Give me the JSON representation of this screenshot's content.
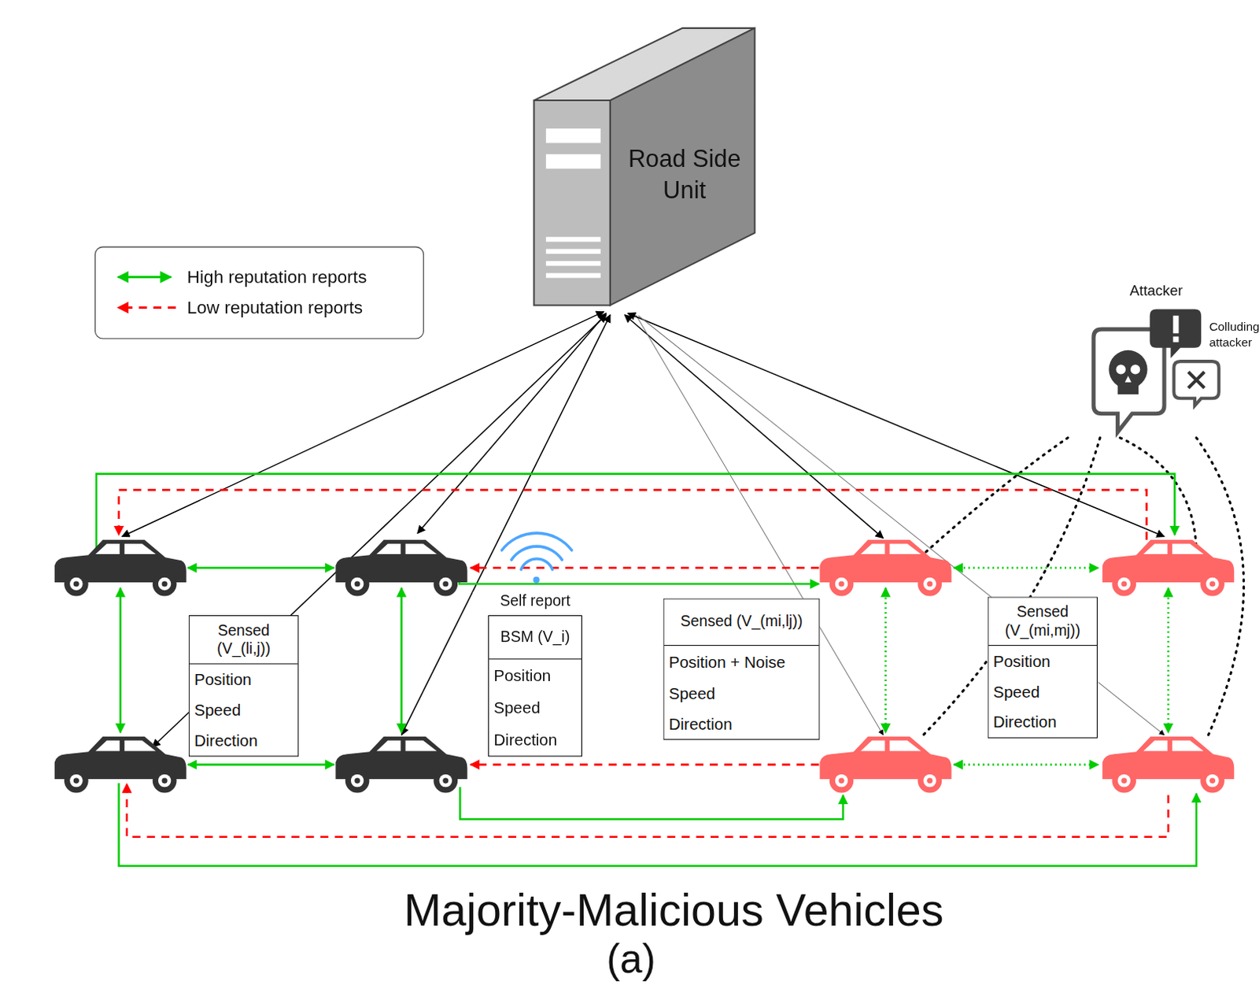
{
  "diagram": {
    "caption": "Majority-Malicious Vehicles",
    "nodes": [
      {
        "text": [
          "Road Side Unit"
        ]
      },
      {
        "text": [
          "Sensed (V_(li,j))",
          "Position",
          "Speed",
          "Direction"
        ]
      },
      {
        "text": [
          "Self report",
          "BSM (V_i)",
          "Position",
          "Speed",
          "Direction"
        ]
      },
      {
        "text": [
          "Sensed (V_(mi,lj))",
          "Position + Noise",
          "Speed",
          "Direction"
        ]
      },
      {
        "text": [
          "Sensed (V_(mi,mj))",
          "Position",
          "Speed",
          "Direction"
        ]
      }
    ],
    "labels": [
      "(a)",
      "Attacker",
      "Colluding attacker"
    ],
    "legend": [
      {
        "text": "High reputation reports"
      },
      {
        "text": "Low reputation reports"
      }
    ]
  }
}
